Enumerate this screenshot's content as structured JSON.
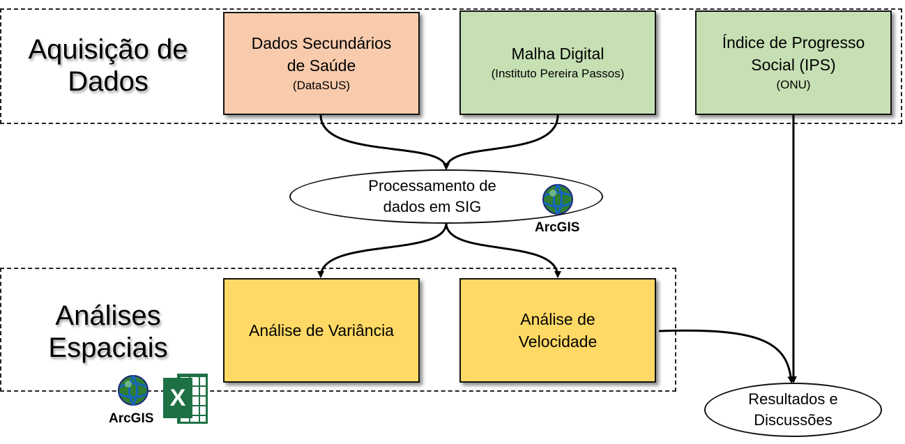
{
  "sections": {
    "acquisition_label": [
      "Aquisição de",
      "Dados"
    ],
    "analysis_label": [
      "Análises",
      "Espaciais"
    ]
  },
  "boxes": {
    "health_data": {
      "line1": "Dados Secundários",
      "line2": "de Saúde",
      "sub": "(DataSUS)",
      "color": "#f8cbad"
    },
    "digital_mesh": {
      "line1": "Malha Digital",
      "sub": "(Instituto Pereira Passos)",
      "color": "#c6e0b4"
    },
    "ips": {
      "line1": "Índice de Progresso",
      "line2": "Social (IPS)",
      "sub": "(ONU)",
      "color": "#c6e0b4"
    },
    "variance": {
      "line1": "Análise de Variância",
      "color": "#ffd966"
    },
    "velocity": {
      "line1": "Análise de",
      "line2": "Velocidade",
      "color": "#ffd966"
    }
  },
  "ellipses": {
    "processing": {
      "line1": "Processamento de",
      "line2": "dados em SIG"
    },
    "results": {
      "line1": "Resultados e",
      "line2": "Discussões"
    }
  },
  "logos": {
    "arcgis_label_1": "ArcGIS",
    "arcgis_label_2": "ArcGIS",
    "excel_letter": "X",
    "icons": [
      "arcgis-globe-icon",
      "excel-icon"
    ]
  }
}
